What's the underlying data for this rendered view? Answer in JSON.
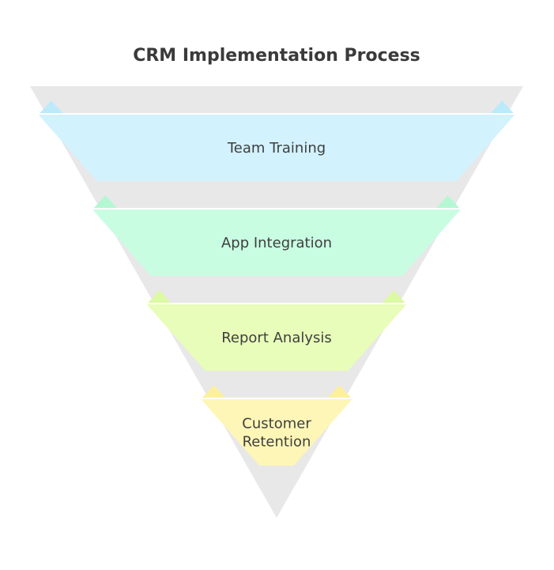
{
  "diagram": {
    "title": "CRM Implementation Process",
    "backdrop_color": "#e8e8e8",
    "stages": [
      {
        "label_lines": [
          "Team Training"
        ],
        "fill": "#d2f2fd",
        "tab_color": "#bdeafb"
      },
      {
        "label_lines": [
          "App Integration"
        ],
        "fill": "#c8fde2",
        "tab_color": "#b4f7d3"
      },
      {
        "label_lines": [
          "Report Analysis"
        ],
        "fill": "#e8fdb9",
        "tab_color": "#dcf9a3"
      },
      {
        "label_lines": [
          "Customer",
          "Retention"
        ],
        "fill": "#fef6b7",
        "tab_color": "#fcf0a0"
      }
    ]
  }
}
